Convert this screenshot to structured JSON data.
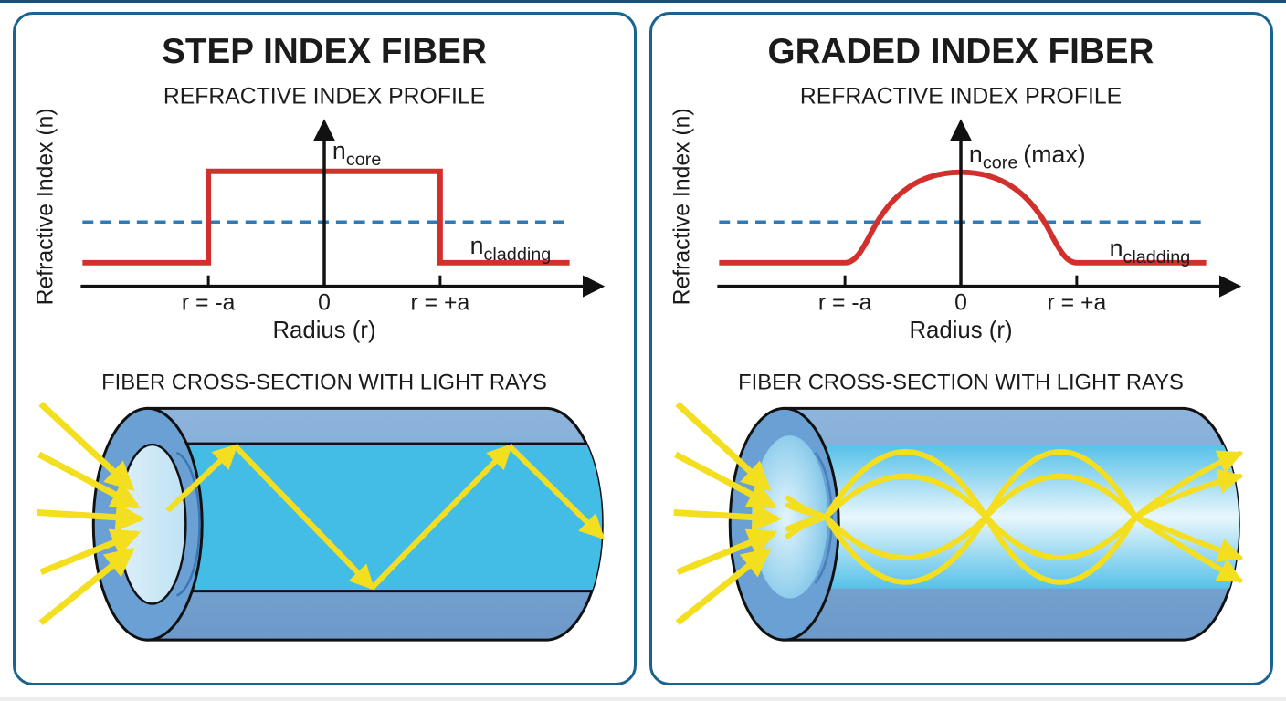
{
  "colors": {
    "panel_border": "#1a628f",
    "top_strip": "#17507b",
    "text": "#1b1b1b",
    "profile_line_red": "#d2302d",
    "cladding_dashed_blue": "#2e7bb7",
    "axis_black": "#111111",
    "ray_yellow": "#f4de20",
    "cladding_blue": "#7ca8d4",
    "core_cyan": "#44bde6",
    "core_face_light": "#cfe9f8",
    "end_face_blue": "#6aa0d3",
    "hidden_core_edge_blue": "#2b6aa8"
  },
  "panels": [
    {
      "title": "STEP INDEX FIBER",
      "profile_title": "REFRACTIVE INDEX PROFILE",
      "y_axis_label": "Refractive Index (n)",
      "x_axis_label": "Radius (r)",
      "ticks": {
        "neg": "r = -a",
        "zero": "0",
        "pos": "r = +a"
      },
      "core_label": {
        "base": "n",
        "sub": "core",
        "suffix": ""
      },
      "cladding_label": {
        "base": "n",
        "sub": "cladding"
      },
      "section_title": "FIBER CROSS-SECTION WITH LIGHT RAYS"
    },
    {
      "title": "GRADED INDEX FIBER",
      "profile_title": "REFRACTIVE INDEX PROFILE",
      "y_axis_label": "Refractive Index (n)",
      "x_axis_label": "Radius (r)",
      "ticks": {
        "neg": "r = -a",
        "zero": "0",
        "pos": "r = +a"
      },
      "core_label": {
        "base": "n",
        "sub": "core",
        "suffix": "(max)"
      },
      "cladding_label": {
        "base": "n",
        "sub": "cladding"
      },
      "section_title": "FIBER CROSS-SECTION WITH LIGHT RAYS"
    }
  ],
  "chart_data": [
    {
      "type": "line",
      "panel": "STEP INDEX FIBER",
      "title": "REFRACTIVE INDEX PROFILE",
      "xlabel": "Radius (r)",
      "ylabel": "Refractive Index (n)",
      "x_ticks": [
        "r = -a",
        "0",
        "r = +a"
      ],
      "series": [
        {
          "name": "refractive index n(r)",
          "shape": "step",
          "description": "constant n_cladding for r < -a, constant higher n_core for -a < r < +a, constant n_cladding for r > +a",
          "color": "#d2302d"
        },
        {
          "name": "n_cladding reference level",
          "shape": "horizontal-dashed",
          "color": "#2e7bb7"
        }
      ],
      "annotations": [
        "n_core",
        "n_cladding"
      ]
    },
    {
      "type": "line",
      "panel": "GRADED INDEX FIBER",
      "title": "REFRACTIVE INDEX PROFILE",
      "xlabel": "Radius (r)",
      "ylabel": "Refractive Index (n)",
      "x_ticks": [
        "r = -a",
        "0",
        "r = +a"
      ],
      "series": [
        {
          "name": "refractive index n(r)",
          "shape": "parabolic-dome",
          "description": "constant n_cladding outside |r| > a, smooth dome rising to n_core (max) at r = 0",
          "color": "#d2302d"
        },
        {
          "name": "n_cladding reference level",
          "shape": "horizontal-dashed",
          "color": "#2e7bb7"
        }
      ],
      "annotations": [
        "n_core (max)",
        "n_cladding"
      ]
    }
  ]
}
